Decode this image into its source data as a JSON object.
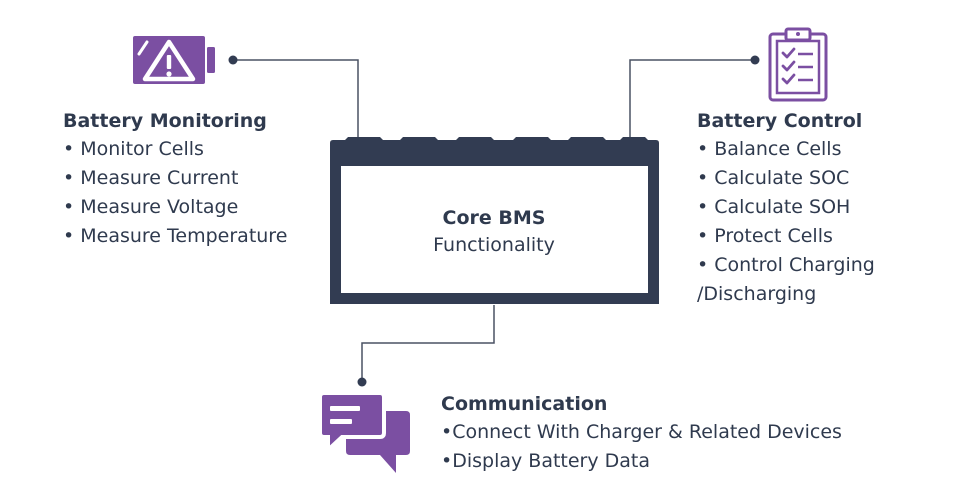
{
  "colors": {
    "accent": "#7b4fa2",
    "dark": "#323c52",
    "text": "#2f3a4e",
    "line": "#4a5263"
  },
  "core": {
    "title": "Core BMS",
    "subtitle": "Functionality"
  },
  "monitoring": {
    "icon": "battery-warning-icon",
    "title": "Battery Monitoring",
    "items": [
      "• Monitor Cells",
      "• Measure Current",
      "• Measure Voltage",
      "• Measure Temperature"
    ]
  },
  "control": {
    "icon": "clipboard-checklist-icon",
    "title": "Battery Control",
    "items": [
      "• Balance Cells",
      "• Calculate SOC",
      "• Calculate SOH",
      "• Protect Cells",
      "• Control Charging",
      "/Discharging"
    ]
  },
  "communication": {
    "icon": "chat-bubbles-icon",
    "title": "Communication",
    "items": [
      "•Connect With Charger & Related Devices",
      "•Display Battery Data"
    ]
  }
}
